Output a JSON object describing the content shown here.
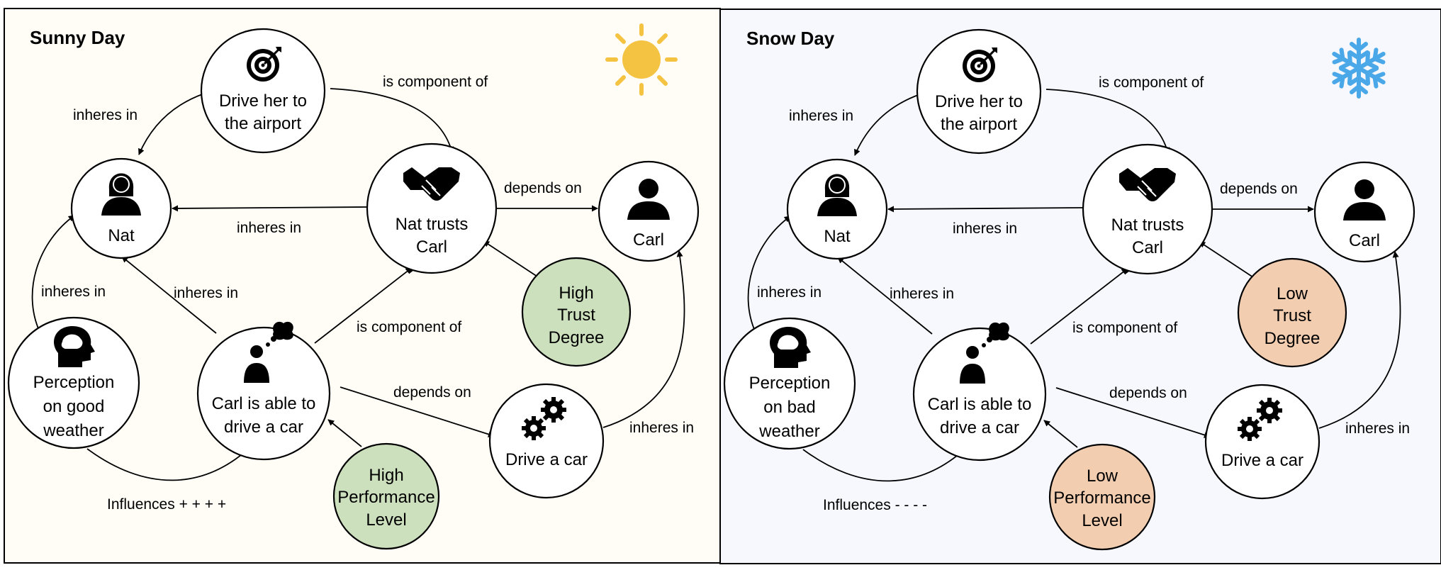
{
  "colors": {
    "sunny_bg": "#fffdf6",
    "snow_bg": "#f6f8fd",
    "high_fill": "#cde0bd",
    "low_fill": "#f3cdb0",
    "sun": "#f5c342",
    "snowflake": "#4aa8e8"
  },
  "panels": [
    {
      "id": "sunny",
      "title": "Sunny Day",
      "weather_icon": "sun-icon",
      "nodes": {
        "drive_airport": [
          "Drive her to",
          "the airport"
        ],
        "nat": [
          "Nat"
        ],
        "trust": [
          "Nat trusts",
          "Carl"
        ],
        "carl": [
          "Carl"
        ],
        "perception": [
          "Perception",
          "on good",
          "weather"
        ],
        "able": [
          "Carl is able to",
          "drive a car"
        ],
        "drive_car": [
          "Drive a car"
        ],
        "trust_degree": [
          "High",
          "Trust",
          "Degree"
        ],
        "performance": [
          "High",
          "Performance",
          "Level"
        ]
      },
      "edges": {
        "inheres_top": "inheres in",
        "component_top": "is component of",
        "depends_carl": "depends on",
        "inheres_mid": "inheres in",
        "inheres_left": "inheres in",
        "inheres_able": "inheres in",
        "component_mid": "is component of",
        "depends_drive": "depends on",
        "inheres_right": "inheres in",
        "influences": "Influences + + + +"
      }
    },
    {
      "id": "snow",
      "title": "Snow Day",
      "weather_icon": "snowflake-icon",
      "nodes": {
        "drive_airport": [
          "Drive her to",
          "the airport"
        ],
        "nat": [
          "Nat"
        ],
        "trust": [
          "Nat trusts",
          "Carl"
        ],
        "carl": [
          "Carl"
        ],
        "perception": [
          "Perception",
          "on bad",
          "weather"
        ],
        "able": [
          "Carl is able to",
          "drive a car"
        ],
        "drive_car": [
          "Drive a car"
        ],
        "trust_degree": [
          "Low",
          "Trust",
          "Degree"
        ],
        "performance": [
          "Low",
          "Performance",
          "Level"
        ]
      },
      "edges": {
        "inheres_top": "inheres in",
        "component_top": "is component of",
        "depends_carl": "depends on",
        "inheres_mid": "inheres in",
        "inheres_left": "inheres in",
        "inheres_able": "inheres in",
        "component_mid": "is component of",
        "depends_drive": "depends on",
        "inheres_right": "inheres in",
        "influences": "Influences - - - -"
      }
    }
  ]
}
